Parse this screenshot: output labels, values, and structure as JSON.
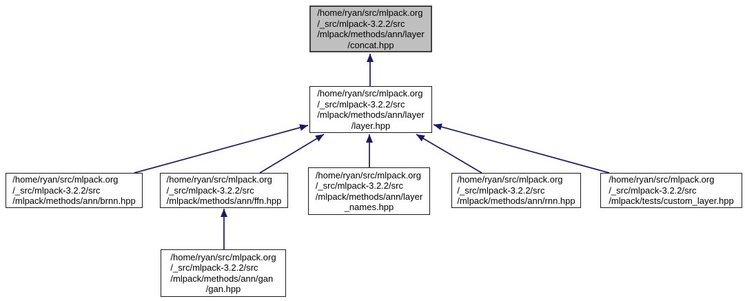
{
  "diagram": {
    "kind": "include-dependency-graph",
    "colors": {
      "edge": "#191970",
      "node_border": "#1a1a1a",
      "node_fill": "#ffffff",
      "highlight_fill": "#bfbfbf",
      "text": "#000000"
    },
    "nodes": {
      "concat": {
        "highlighted": true,
        "lines": [
          "/home/ryan/src/mlpack.org",
          "/_src/mlpack-3.2.2/src",
          "/mlpack/methods/ann/layer",
          "/concat.hpp"
        ]
      },
      "layer": {
        "highlighted": false,
        "lines": [
          "/home/ryan/src/mlpack.org",
          "/_src/mlpack-3.2.2/src",
          "/mlpack/methods/ann/layer",
          "/layer.hpp"
        ]
      },
      "brnn": {
        "highlighted": false,
        "lines": [
          "/home/ryan/src/mlpack.org",
          "/_src/mlpack-3.2.2/src",
          "/mlpack/methods/ann/brnn.hpp"
        ]
      },
      "ffn": {
        "highlighted": false,
        "lines": [
          "/home/ryan/src/mlpack.org",
          "/_src/mlpack-3.2.2/src",
          "/mlpack/methods/ann/ffn.hpp"
        ]
      },
      "layer_names": {
        "highlighted": false,
        "lines": [
          "/home/ryan/src/mlpack.org",
          "/_src/mlpack-3.2.2/src",
          "/mlpack/methods/ann/layer",
          "_names.hpp"
        ]
      },
      "rnn": {
        "highlighted": false,
        "lines": [
          "/home/ryan/src/mlpack.org",
          "/_src/mlpack-3.2.2/src",
          "/mlpack/methods/ann/rnn.hpp"
        ]
      },
      "custom_layer": {
        "highlighted": false,
        "lines": [
          "/home/ryan/src/mlpack.org",
          "/_src/mlpack-3.2.2/src",
          "/mlpack/tests/custom_layer.hpp"
        ]
      },
      "gan": {
        "highlighted": false,
        "lines": [
          "/home/ryan/src/mlpack.org",
          "/_src/mlpack-3.2.2/src",
          "/mlpack/methods/ann/gan",
          "/gan.hpp"
        ]
      }
    },
    "edges": [
      {
        "from": "layer.hpp",
        "to": "concat.hpp"
      },
      {
        "from": "brnn.hpp",
        "to": "layer.hpp"
      },
      {
        "from": "ffn.hpp",
        "to": "layer.hpp"
      },
      {
        "from": "layer_names.hpp",
        "to": "layer.hpp"
      },
      {
        "from": "rnn.hpp",
        "to": "layer.hpp"
      },
      {
        "from": "custom_layer.hpp",
        "to": "layer.hpp"
      },
      {
        "from": "gan.hpp",
        "to": "ffn.hpp"
      }
    ]
  }
}
